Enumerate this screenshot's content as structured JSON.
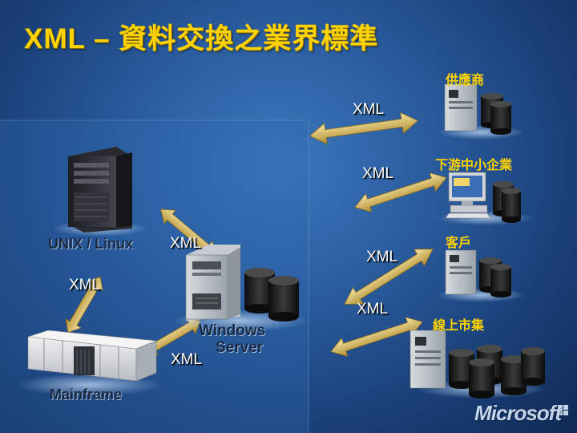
{
  "title": "XML – 資料交換之業界標準",
  "labels": {
    "supplier": "供應商",
    "smb": "下游中小企業",
    "customer": "客戶",
    "online_store": "線上市集",
    "unix": "UNIX / Linux",
    "mainframe": "Mainframe",
    "windows_line1": "Windows",
    "windows_line2": "Server"
  },
  "xml_labels": [
    "XML",
    "XML",
    "XML",
    "XML",
    "XML",
    "XML",
    "XML"
  ],
  "brand": "Microsoft",
  "colors": {
    "title": "#ffd200",
    "arrow": "#e6c46a",
    "background": "#2a5d9f"
  },
  "icons": [
    "unix-server-icon",
    "windows-server-icon",
    "mainframe-icon",
    "database-icon",
    "desktop-pc-icon",
    "server-tower-icon"
  ]
}
